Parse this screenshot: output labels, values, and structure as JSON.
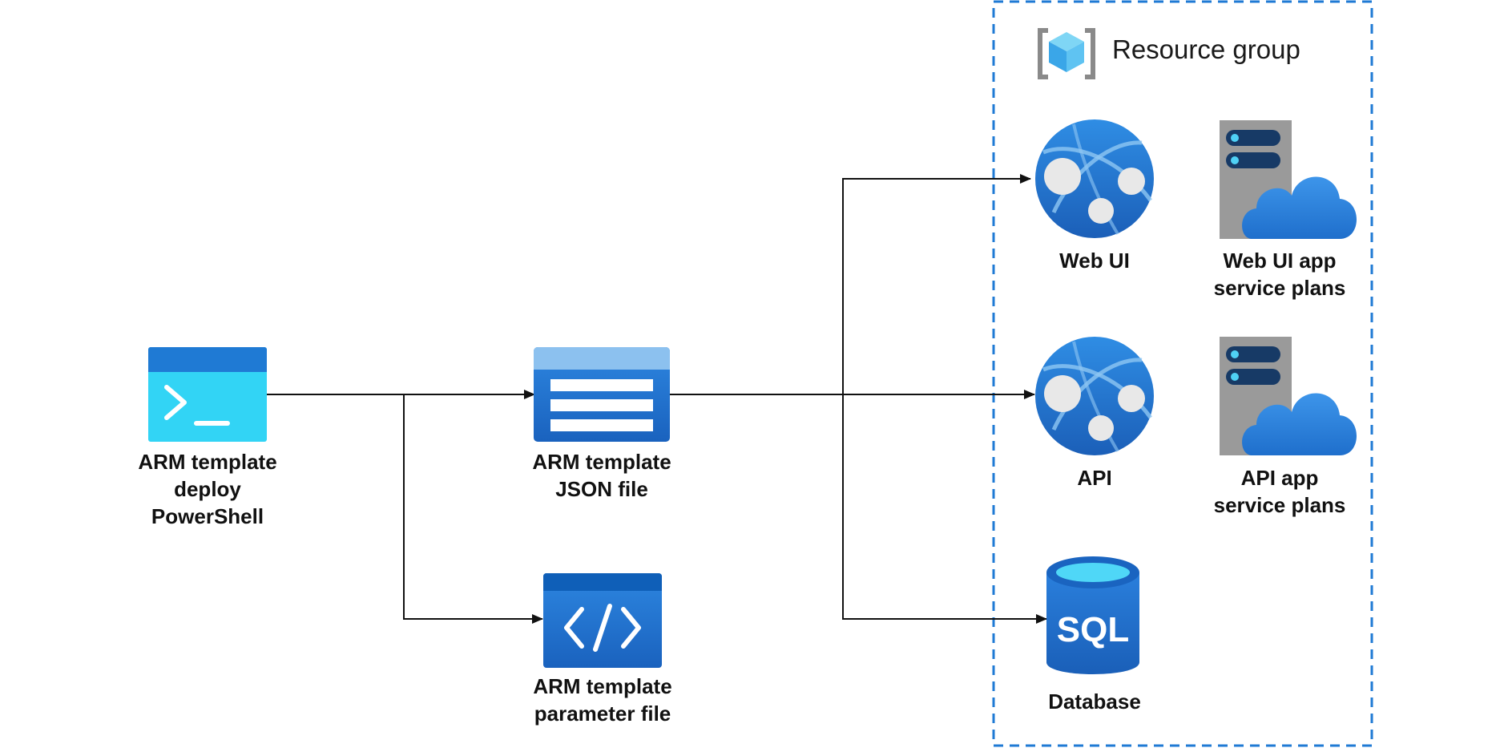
{
  "resource_group": {
    "title": "Resource group"
  },
  "nodes": {
    "powershell": {
      "lines": [
        "ARM template",
        "deploy",
        "PowerShell"
      ]
    },
    "json_file": {
      "lines": [
        "ARM template",
        "JSON file"
      ]
    },
    "parameter_file": {
      "lines": [
        "ARM template",
        "parameter file"
      ]
    },
    "web_ui": {
      "lines": [
        "Web UI"
      ]
    },
    "web_ui_plan": {
      "lines": [
        "Web UI app",
        "service plans"
      ]
    },
    "api": {
      "lines": [
        "API"
      ]
    },
    "api_plan": {
      "lines": [
        "API app",
        "service plans"
      ]
    },
    "database": {
      "lines": [
        "Database"
      ],
      "icon_text": "SQL"
    }
  },
  "colors": {
    "connector": "#111111",
    "group_border": "#1f7ad4",
    "azure_blue": "#1e74d0",
    "azure_light": "#42b8f0",
    "powershell_cyan": "#32d4f5"
  },
  "icons": {
    "powershell": "powershell-console-icon",
    "json_file": "template-list-icon",
    "parameter_file": "code-file-icon",
    "web_ui": "app-service-globe-icon",
    "api": "app-service-globe-icon",
    "web_ui_plan": "app-service-plan-icon",
    "api_plan": "app-service-plan-icon",
    "database": "sql-database-icon",
    "resource_group": "resource-group-cube-icon"
  }
}
